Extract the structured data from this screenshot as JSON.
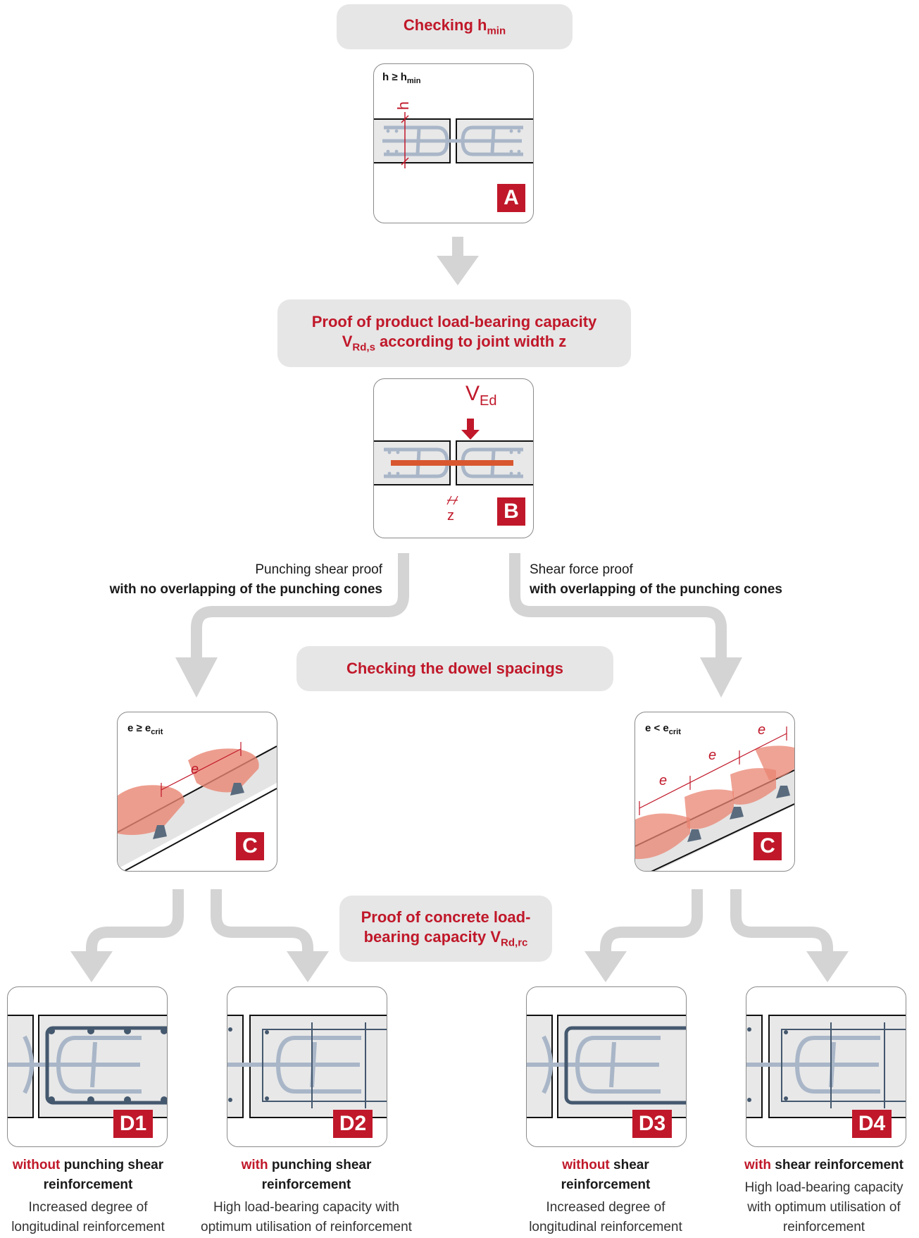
{
  "steps": {
    "a_title_main": "Checking h",
    "a_title_sub": "min",
    "b_title_line1": "Proof of product load-bearing capacity",
    "b_title_v": "V",
    "b_title_sub": "Rd,s",
    "b_title_rest": " according to joint width z",
    "c_title": "Checking the dowel spacings",
    "d_title_line1": "Proof of concrete load-",
    "d_title_line2": "bearing capacity V",
    "d_title_sub": "Rd,rc"
  },
  "cards": {
    "a": {
      "label_main": "h ≥ h",
      "label_sub": "min",
      "dim": "h",
      "badge": "A"
    },
    "b": {
      "force_main": "V",
      "force_sub": "Ed",
      "dim": "z",
      "badge": "B"
    },
    "c_left": {
      "label_main": "e ≥ e",
      "label_sub": "crit",
      "dim": "e",
      "badge": "C"
    },
    "c_right": {
      "label_main": "e < e",
      "label_sub": "crit",
      "dim": "e",
      "badge": "C"
    },
    "d1": {
      "badge": "D1"
    },
    "d2": {
      "badge": "D2"
    },
    "d3": {
      "badge": "D3"
    },
    "d4": {
      "badge": "D4"
    }
  },
  "branches": {
    "left_line1": "Punching shear proof",
    "left_line2": "with no overlapping of the punching cones",
    "right_line1": "Shear force proof",
    "right_line2": "with overlapping of the punching cones"
  },
  "captions": {
    "d1": {
      "red": "without",
      "bold1": " punching shear",
      "bold2": "reinforcement",
      "desc1": "Increased degree of",
      "desc2": "longitudinal reinforcement"
    },
    "d2": {
      "red": "with",
      "bold1": " punching shear",
      "bold2": "reinforcement",
      "desc1": "High load-bearing capacity with",
      "desc2": "optimum utilisation of reinforcement"
    },
    "d3": {
      "red": "without",
      "bold1": " shear",
      "bold2": "reinforcement",
      "desc1": "Increased degree of",
      "desc2": "longitudinal reinforcement"
    },
    "d4": {
      "red": "with",
      "bold1": " shear reinforcement",
      "desc1": "High load-bearing capacity",
      "desc2": "with optimum utilisation of",
      "desc3": "reinforcement"
    }
  },
  "colors": {
    "accent": "#c0182a",
    "pill": "#e6e6e6",
    "arrow": "#d4d4d4",
    "rebar": "#a9b6c8",
    "cone": "#e98472",
    "dowel": "#d9572f"
  }
}
